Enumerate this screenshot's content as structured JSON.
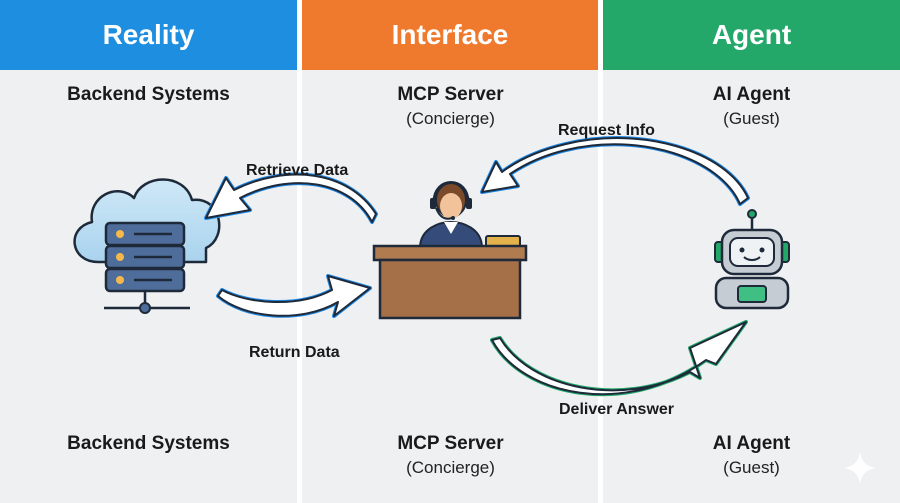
{
  "columns": [
    {
      "title": "Reality",
      "color": "#1e8fe0"
    },
    {
      "title": "Interface",
      "color": "#ef7a2d"
    },
    {
      "title": "Agent",
      "color": "#23a86a"
    }
  ],
  "nodes": {
    "backend": {
      "name": "Backend Systems"
    },
    "mcp": {
      "name": "MCP Server",
      "role": "(Concierge)"
    },
    "agent": {
      "name": "AI Agent",
      "role": "(Guest)"
    }
  },
  "flows": {
    "retrieve": "Retrieve Data",
    "return": "Return Data",
    "request": "Request Info",
    "deliver": "Deliver Answer"
  }
}
